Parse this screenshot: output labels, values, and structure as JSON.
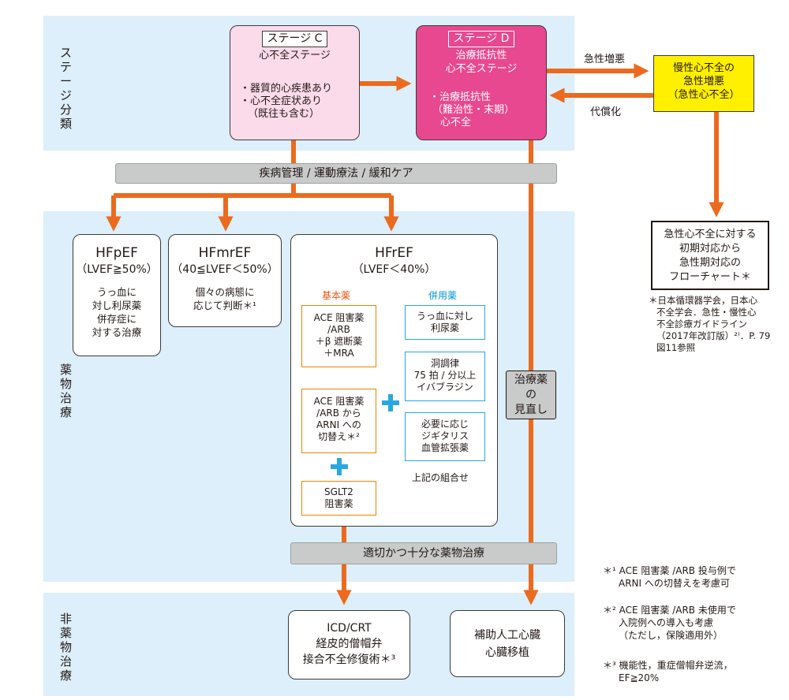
{
  "sections": {
    "stage": "ステージ分類",
    "drug": "薬物治療",
    "nondrug": "非薬物治療"
  },
  "stage_c": {
    "tag": "ステージ C",
    "sub": "心不全ステージ",
    "bullets": [
      "・器質的心疾患あり",
      "・心不全症状あり",
      "（既往も含む）"
    ]
  },
  "stage_d": {
    "tag": "ステージ D",
    "sub": [
      "治療抵抗性",
      "心不全ステージ"
    ],
    "bullets": [
      "・治療抵抗性",
      "（難治性・末期）",
      "心不全"
    ]
  },
  "acute": {
    "lines": [
      "慢性心不全の",
      "急性増悪",
      "（急性心不全）"
    ],
    "to_label": "急性増悪",
    "from_label": "代償化"
  },
  "flowchart_box": [
    "急性心不全に対する",
    "初期対応から",
    "急性期対応の",
    "フローチャート＊"
  ],
  "flowchart_note": [
    "＊日本循環器学会，日本心",
    "不全学会．急性・慢性心",
    "不全診療ガイドライン",
    "（2017年改訂版）²⁾．P. 79",
    "図11参照"
  ],
  "common_bar": "疾病管理 / 運動療法 / 緩和ケア",
  "hfpef": {
    "title": "HFpEF",
    "sub": "（LVEF≧50%）",
    "body": [
      "うっ血に",
      "対し利尿薬",
      "併存症に",
      "対する治療"
    ]
  },
  "hfmref": {
    "title": "HFmrEF",
    "sub": "（40≦LVEF＜50%）",
    "body": [
      "個々の病態に",
      "応じて判断＊¹"
    ]
  },
  "hfref": {
    "title": "HFrEF",
    "sub": "（LVEF＜40%）",
    "basic_label": "基本薬",
    "combo_label": "併用薬",
    "basic1": [
      "ACE 阻害薬",
      "/ARB",
      "＋β 遮断薬",
      "＋MRA"
    ],
    "basic2": [
      "ACE 阻害薬",
      "/ARB から",
      "ARNI への",
      "切替え＊²"
    ],
    "basic3": [
      "SGLT2",
      "阻害薬"
    ],
    "combo1": [
      "うっ血に対し",
      "利尿薬"
    ],
    "combo2": [
      "洞調律",
      "75 拍 / 分以上",
      "イバブラジン"
    ],
    "combo3": [
      "必要に応じ",
      "ジギタリス",
      "血管拡張薬"
    ],
    "combo_note": "上記の組合せ"
  },
  "review": [
    "治療薬",
    "の",
    "見直し"
  ],
  "adequate_bar": "適切かつ十分な薬物治療",
  "icd": [
    "ICD/CRT",
    "経皮的僧帽弁",
    "接合不全修復術＊³"
  ],
  "vad": [
    "補助人工心臓",
    "心臓移植"
  ],
  "footnotes": [
    [
      "＊¹ ACE 阻害薬 /ARB 投与例で",
      "ARNI への切替えを考慮可"
    ],
    [
      "＊² ACE 阻害薬 /ARB 未使用で",
      "入院例への導入も考慮",
      "（ただし，保険適用外）"
    ],
    [
      "＊³ 機能性，重症僧帽弁逆流，",
      "EF≧20%"
    ]
  ],
  "colors": {
    "arrow": "#ec6a1e",
    "band": "#dceffa",
    "stage_c": "#fbdbea",
    "stage_d": "#e8488f",
    "acute": "#fff000",
    "bar": "#c9caca",
    "basic_border": "#f08200",
    "combo_border": "#29a8e0"
  }
}
